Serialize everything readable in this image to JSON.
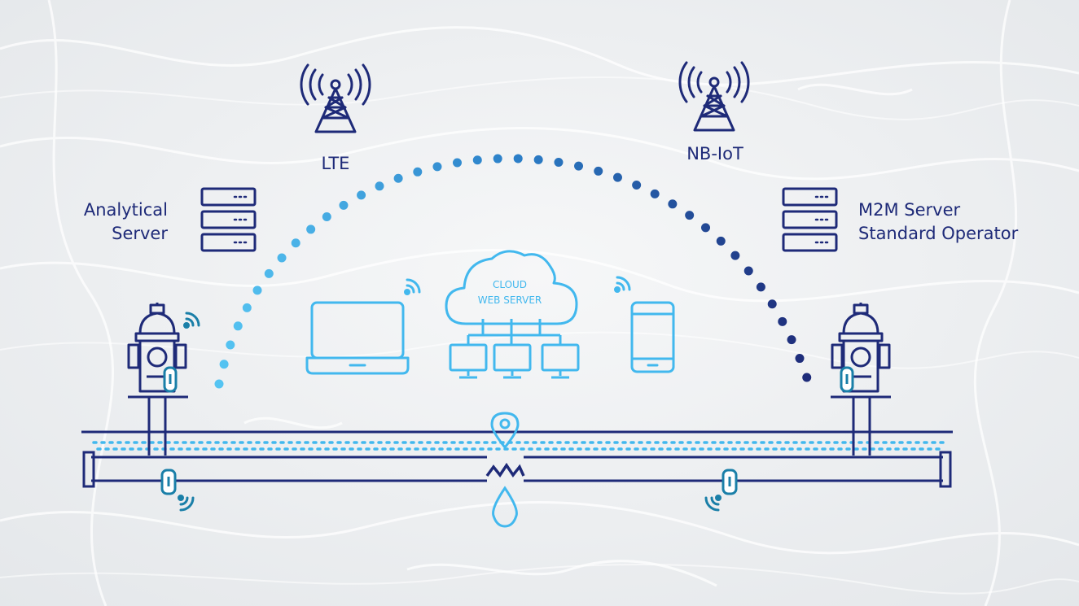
{
  "labels": {
    "lte": "LTE",
    "nbiot": "NB-IoT",
    "analytical_server_line1": "Analytical",
    "analytical_server_line2": "Server",
    "m2m_server_line1": "M2M Server",
    "m2m_server_line2": "Standard Operator",
    "cloud_line1": "CLOUD",
    "cloud_line2": "WEB SERVER"
  },
  "colors": {
    "navy": "#1e2a78",
    "light_blue": "#42b8ee",
    "teal": "#1a7fa8",
    "mid_blue": "#2b7fc8"
  },
  "icons": [
    "cell-tower-icon",
    "server-rack-icon",
    "cloud-icon",
    "laptop-icon",
    "smartphone-icon",
    "monitor-icon",
    "fire-hydrant-icon",
    "sensor-icon",
    "wifi-signal-icon",
    "location-pin-icon",
    "water-drop-icon",
    "pipe-crack-icon"
  ]
}
